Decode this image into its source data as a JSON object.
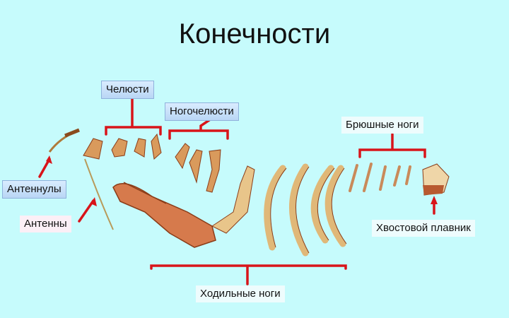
{
  "title": "Конечности",
  "labels": {
    "jaws": "Челюсти",
    "maxillipeds": "Ногочелюсти",
    "swimmerets": "Брюшные ноги",
    "antennules": "Антеннулы",
    "antennae": "Антенны",
    "tail_fin": "Хвостовой плавник",
    "walking_legs": "Ходильные ноги"
  },
  "colors": {
    "background": "#c6fbfc",
    "bracket": "#d8141a",
    "limb": "#e8c58a",
    "limb_dark": "#a0461e"
  }
}
